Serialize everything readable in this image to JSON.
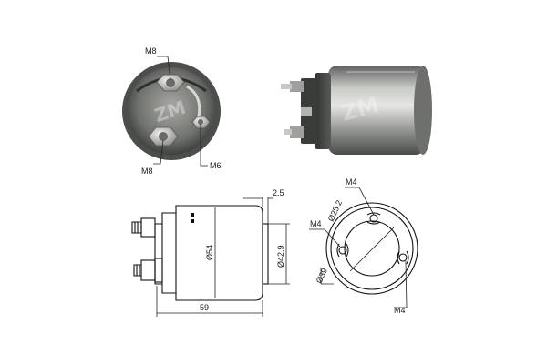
{
  "end_view_photo": {
    "labels": {
      "top_stud": "M8",
      "bottom_stud": "M8",
      "small_stud": "M6"
    }
  },
  "side_view_photo": {},
  "side_drawing": {
    "labels": {
      "gap": "2.5",
      "body_diameter": "Ø54",
      "flange_diameter": "Ø42.9",
      "length": "59"
    }
  },
  "flange_drawing": {
    "labels": {
      "bolt_circle": "Ø25.2",
      "top_hole": "M4",
      "left_hole": "M4",
      "right_hole": "M4",
      "bore": "Ø39"
    }
  }
}
